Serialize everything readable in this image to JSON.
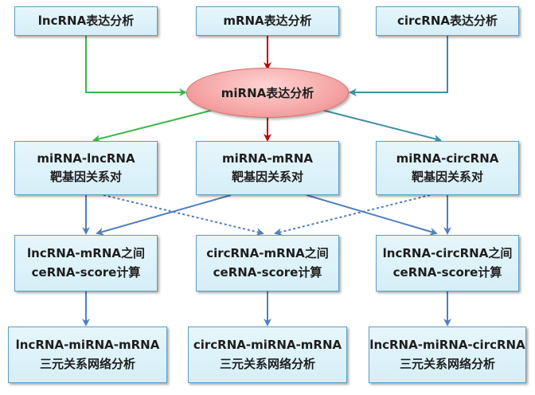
{
  "colors": {
    "green": "#3ab54a",
    "red": "#c00000",
    "teal": "#3e8fa4",
    "blue": "#4f7fc0",
    "box_fill": "#dff2fa",
    "box_border": "#5aa0c8",
    "ellipse_fill": "#f4a2a2"
  },
  "top_row": {
    "lnc": "lncRNA表达分析",
    "m": "mRNA表达分析",
    "circ": "circRNA表达分析"
  },
  "center": "miRNA表达分析",
  "targets": {
    "lnc": {
      "line1": "miRNA-lncRNA",
      "line2": "靶基因关系对"
    },
    "m": {
      "line1": "miRNA-mRNA",
      "line2": "靶基因关系对"
    },
    "circ": {
      "line1": "miRNA-circRNA",
      "line2": "靶基因关系对"
    }
  },
  "cerna": {
    "lnc_m": {
      "line1": "lncRNA-mRNA之间",
      "line2": "ceRNA-score计算"
    },
    "circ_m": {
      "line1": "circRNA-mRNA之间",
      "line2": "ceRNA-score计算"
    },
    "lnc_circ": {
      "line1": "lncRNA-circRNA之间",
      "line2": "ceRNA-score计算"
    }
  },
  "networks": {
    "lnc_mi_m": {
      "line1": "lncRNA-miRNA-mRNA",
      "line2": "三元关系网络分析"
    },
    "circ_mi_m": {
      "line1": "circRNA-miRNA-mRNA",
      "line2": "三元关系网络分析"
    },
    "lnc_mi_circ": {
      "line1": "lncRNA-miRNA-circRNA",
      "line2": "三元关系网络分析"
    }
  }
}
